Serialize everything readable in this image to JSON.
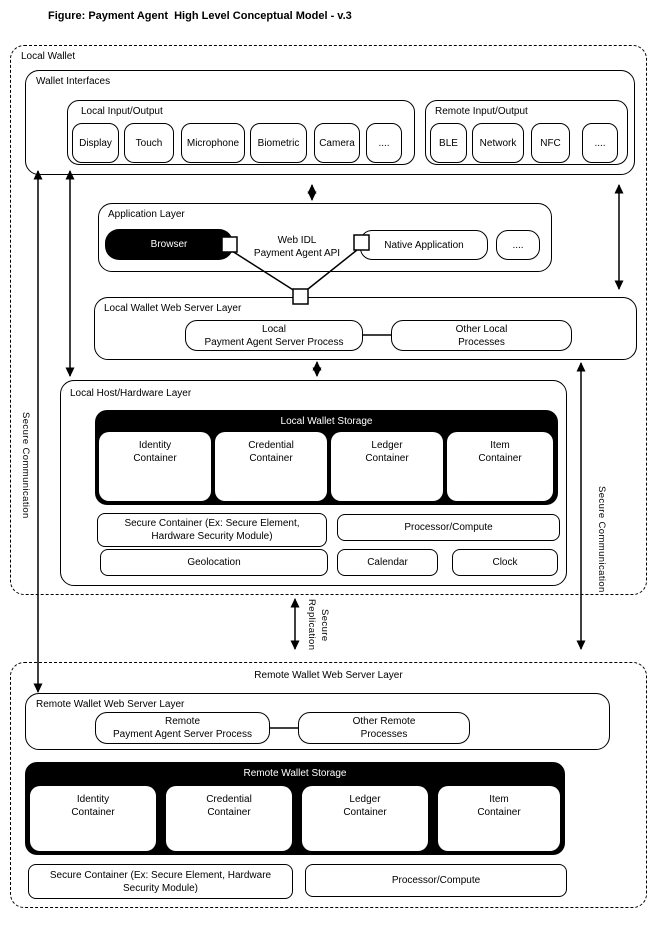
{
  "colors": {
    "line": "#000000",
    "emphasis_bg": "#000000",
    "emphasis_text": "#ffffff",
    "background": "#ffffff"
  },
  "title": "Figure: Payment Agent  High Level Conceptual Model - v.3",
  "local_wallet": {
    "label": "Local Wallet",
    "secure_communication_left": "Secure Communication",
    "secure_communication_right": "Secure Communication",
    "wallet_interfaces": {
      "label": "Wallet Interfaces",
      "local_io": {
        "label": "Local Input/Output",
        "items": [
          "Display",
          "Touch",
          "Microphone",
          "Biometric",
          "Camera",
          "...."
        ]
      },
      "remote_io": {
        "label": "Remote Input/Output",
        "items": [
          "BLE",
          "Network",
          "NFC",
          "...."
        ]
      }
    },
    "application_layer": {
      "label": "Application Layer",
      "browser": "Browser",
      "api_label": "Web IDL\nPayment Agent API",
      "native_application": "Native Application",
      "more": "...."
    },
    "web_server_layer": {
      "label": "Local Wallet Web Server Layer",
      "payment_agent_process": "Local\nPayment Agent Server Process",
      "other_processes": "Other Local\nProcesses"
    },
    "host_layer": {
      "label": "Local Host/Hardware Layer",
      "storage": {
        "label": "Local Wallet Storage",
        "containers": [
          "Identity\nContainer",
          "Credential\nContainer",
          "Ledger\nContainer",
          "Item\nContainer"
        ]
      },
      "secure_container": "Secure Container (Ex: Secure Element,\nHardware Security Module)",
      "processor": "Processor/Compute",
      "geolocation": "Geolocation",
      "calendar": "Calendar",
      "clock": "Clock"
    }
  },
  "secure_replication": "Secure\nReplication",
  "remote_wallet": {
    "section_label": "Remote Wallet Web Server Layer",
    "web_server_layer": {
      "label": "Remote Wallet Web Server Layer",
      "payment_agent_process": "Remote\nPayment Agent Server Process",
      "other_processes": "Other Remote\nProcesses"
    },
    "storage": {
      "label": "Remote Wallet Storage",
      "containers": [
        "Identity\nContainer",
        "Credential\nContainer",
        "Ledger\nContainer",
        "Item\nContainer"
      ]
    },
    "secure_container": "Secure Container (Ex: Secure Element, Hardware\nSecurity Module)",
    "processor": "Processor/Compute"
  }
}
